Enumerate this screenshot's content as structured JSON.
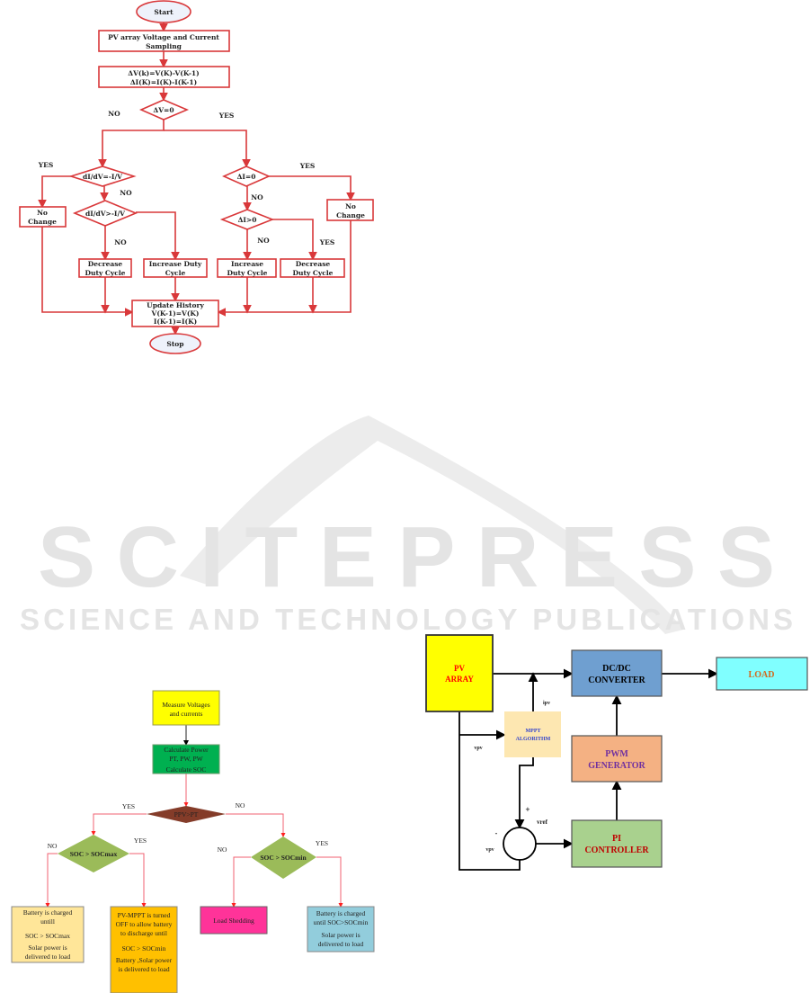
{
  "watermark": {
    "brand": "SCITEPRESS",
    "tagline": "SCIENCE AND TECHNOLOGY PUBLICATIONS"
  },
  "flowchart_incond": {
    "start": "Start",
    "sampling": [
      "PV array Voltage and Current",
      "Sampling"
    ],
    "deltas": [
      "ΔV(k)=V(K)-V(K-1)",
      "ΔI(K)=I(K)-I(K-1)"
    ],
    "dv_zero": "ΔV=0",
    "no_1": "NO",
    "yes_1": "YES",
    "didv_eq": "dI/dV=-I/V",
    "yes_2": "YES",
    "no_2": "NO",
    "no_change_left": [
      "No",
      "Change"
    ],
    "didv_gt": "dI/dV>-I/V",
    "no_3": "NO",
    "decrease_left": [
      "Decrease",
      "Duty Cycle"
    ],
    "increase_left": [
      "Increase Duty",
      "Cycle"
    ],
    "di_zero": "ΔI=0",
    "yes_4": "YES",
    "no_4": "NO",
    "no_change_right": [
      "No",
      "Change"
    ],
    "di_gt": "ΔI>0",
    "no_5": "NO",
    "yes_5": "YES",
    "increase_right": [
      "Increase",
      "Duty Cycle"
    ],
    "decrease_right": [
      "Decrease",
      "Duty Cycle"
    ],
    "update": [
      "Update History",
      "V(K-1)=V(K)",
      "I(K-1)=I(K)"
    ],
    "stop": "Stop"
  },
  "flowchart_energy": {
    "measure": [
      "Measure Voltages",
      "and currents"
    ],
    "calc": [
      "Calculate Power",
      "PT, PW, PW",
      "Calculate SOC"
    ],
    "ppv_pt": "PPV>PT",
    "yes_1": "YES",
    "no_1": "NO",
    "socmax": "SOC > SOCmax",
    "no_2": "NO",
    "yes_2": "YES",
    "socmin": "SOC > SOCmin",
    "no_3": "NO",
    "yes_3": "YES",
    "charged_max": [
      "Battery is charged",
      "untill",
      "SOC > SOCmax",
      "Solar power is",
      "delivered to load"
    ],
    "mppt_off": [
      "PV-MPPT  is turned",
      "OFF to allow battery",
      "to discharge until",
      "SOC > SOCmin",
      "Battery ,Solar power",
      "is delivered to load"
    ],
    "load_shedding": "Load Shedding",
    "charged_min": [
      "Battery is charged",
      "until SOC>SOCmin",
      "Solar power is",
      "delivered to load"
    ]
  },
  "block_diagram": {
    "pv_array": [
      "PV",
      "ARRAY"
    ],
    "dcdc": [
      "DC/DC",
      "CONVERTER"
    ],
    "load": "LOAD",
    "mppt": [
      "MPPT",
      "ALGORITHM"
    ],
    "pwm": [
      "PWM",
      "GENERATOR"
    ],
    "pi": [
      "PI",
      "CONTROLLER"
    ],
    "ipv": "ipv",
    "vpv_top": "vpv",
    "plus": "+",
    "vref": "vref",
    "minus": "-",
    "vpv_bottom": "vpv"
  },
  "colors": {
    "flow_red": "#d9383a",
    "yellow": "#ffff00",
    "green": "#00b050",
    "brown": "#843c29",
    "olive": "#9bbb59",
    "beige": "#ffe699",
    "orange": "#ffc000",
    "pink": "#ff3399",
    "lightblue": "#92cddc",
    "dcdc": "#6f9fd0",
    "cyan": "#80ffff",
    "pwm": "#f4b183",
    "pi": "#a9d18e"
  }
}
